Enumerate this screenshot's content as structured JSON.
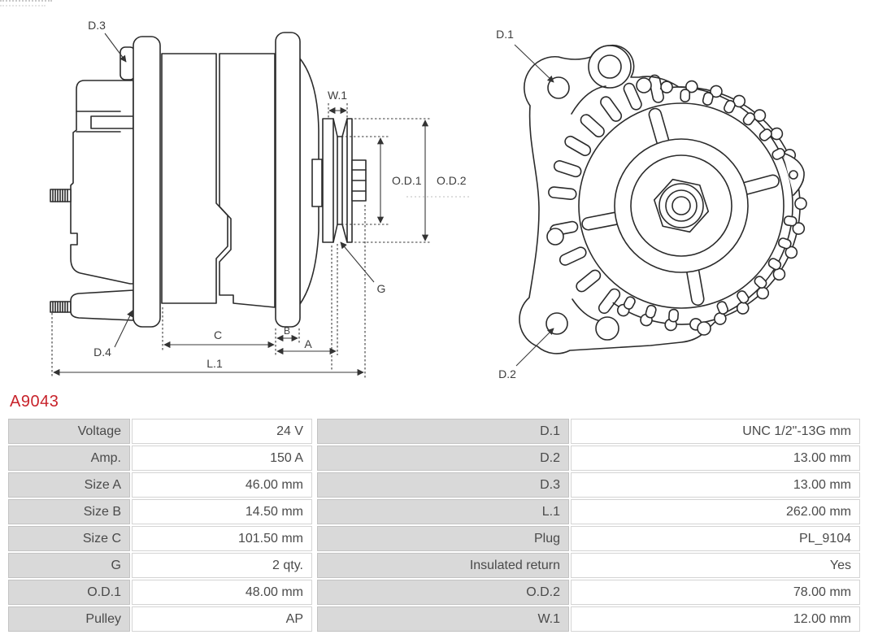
{
  "part_number": "A9043",
  "colors": {
    "accent_red": "#c8232b",
    "table_label_bg": "#d9d9d9",
    "table_value_bg": "#ffffff",
    "line": "#2b2b2b"
  },
  "drawing": {
    "labels": {
      "d1": "D.1",
      "d2": "D.2",
      "d3": "D.3",
      "d4": "D.4",
      "w1": "W.1",
      "od1": "O.D.1",
      "od2": "O.D.2",
      "g": "G",
      "c": "C",
      "b": "B",
      "a": "A",
      "l1": "L.1"
    }
  },
  "specs": {
    "rows": [
      {
        "ll": "Voltage",
        "lv": "24 V",
        "rl": "D.1",
        "rv": "UNC 1/2\"-13G mm"
      },
      {
        "ll": "Amp.",
        "lv": "150 A",
        "rl": "D.2",
        "rv": "13.00 mm"
      },
      {
        "ll": "Size A",
        "lv": "46.00 mm",
        "rl": "D.3",
        "rv": "13.00 mm"
      },
      {
        "ll": "Size B",
        "lv": "14.50 mm",
        "rl": "L.1",
        "rv": "262.00 mm"
      },
      {
        "ll": "Size C",
        "lv": "101.50 mm",
        "rl": "Plug",
        "rv": "PL_9104"
      },
      {
        "ll": "G",
        "lv": "2 qty.",
        "rl": "Insulated return",
        "rv": "Yes"
      },
      {
        "ll": "O.D.1",
        "lv": "48.00 mm",
        "rl": "O.D.2",
        "rv": "78.00 mm"
      },
      {
        "ll": "Pulley",
        "lv": "AP",
        "rl": "W.1",
        "rv": "12.00 mm"
      }
    ]
  }
}
